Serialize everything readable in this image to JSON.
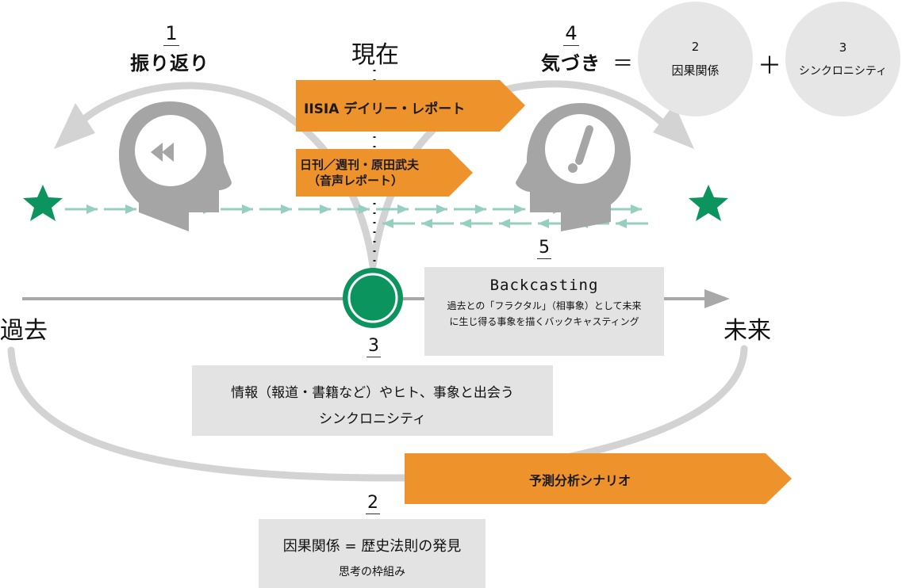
{
  "colors": {
    "orange": "#ee922b",
    "green": "#0b945e",
    "teal_arrow": "#96cfc0",
    "head_gray": "#a5a5a6",
    "arc_gray": "#d3d3d3",
    "box_gray": "#e3e3e3",
    "axis_gray": "#a8a8a8"
  },
  "timeline": {
    "past_label": "過去",
    "present_label": "現在",
    "future_label": "未来"
  },
  "section1": {
    "number": "1",
    "title": "振り返り",
    "icon": "rewind-head-icon"
  },
  "section4": {
    "number": "4",
    "title": "気づき",
    "equals": "＝",
    "plus": "＋",
    "circles": [
      {
        "number": "2",
        "label": "因果関係"
      },
      {
        "number": "3",
        "label": "シンクロニシティ"
      }
    ],
    "icon": "exclamation-head-icon"
  },
  "reports": {
    "daily": "IISIA デイリー・レポート",
    "weekly_line1": "日刊／週刊・原田武夫",
    "weekly_line2": "（音声レポート）"
  },
  "section5": {
    "number": "5",
    "title": "Backcasting",
    "line1": "過去との「フラクタル」（相事象）として未来",
    "line2": "に生じ得る事象を描くバックキャスティング"
  },
  "section3": {
    "number": "3",
    "line1": "情報（報道・書籍など）やヒト、事象と出会う",
    "line2": "シンクロニシティ"
  },
  "scenario": {
    "label": "予測分析シナリオ"
  },
  "section2": {
    "number": "2",
    "title": "因果関係 = 歴史法則の発見",
    "subtitle": "思考の枠組み"
  }
}
